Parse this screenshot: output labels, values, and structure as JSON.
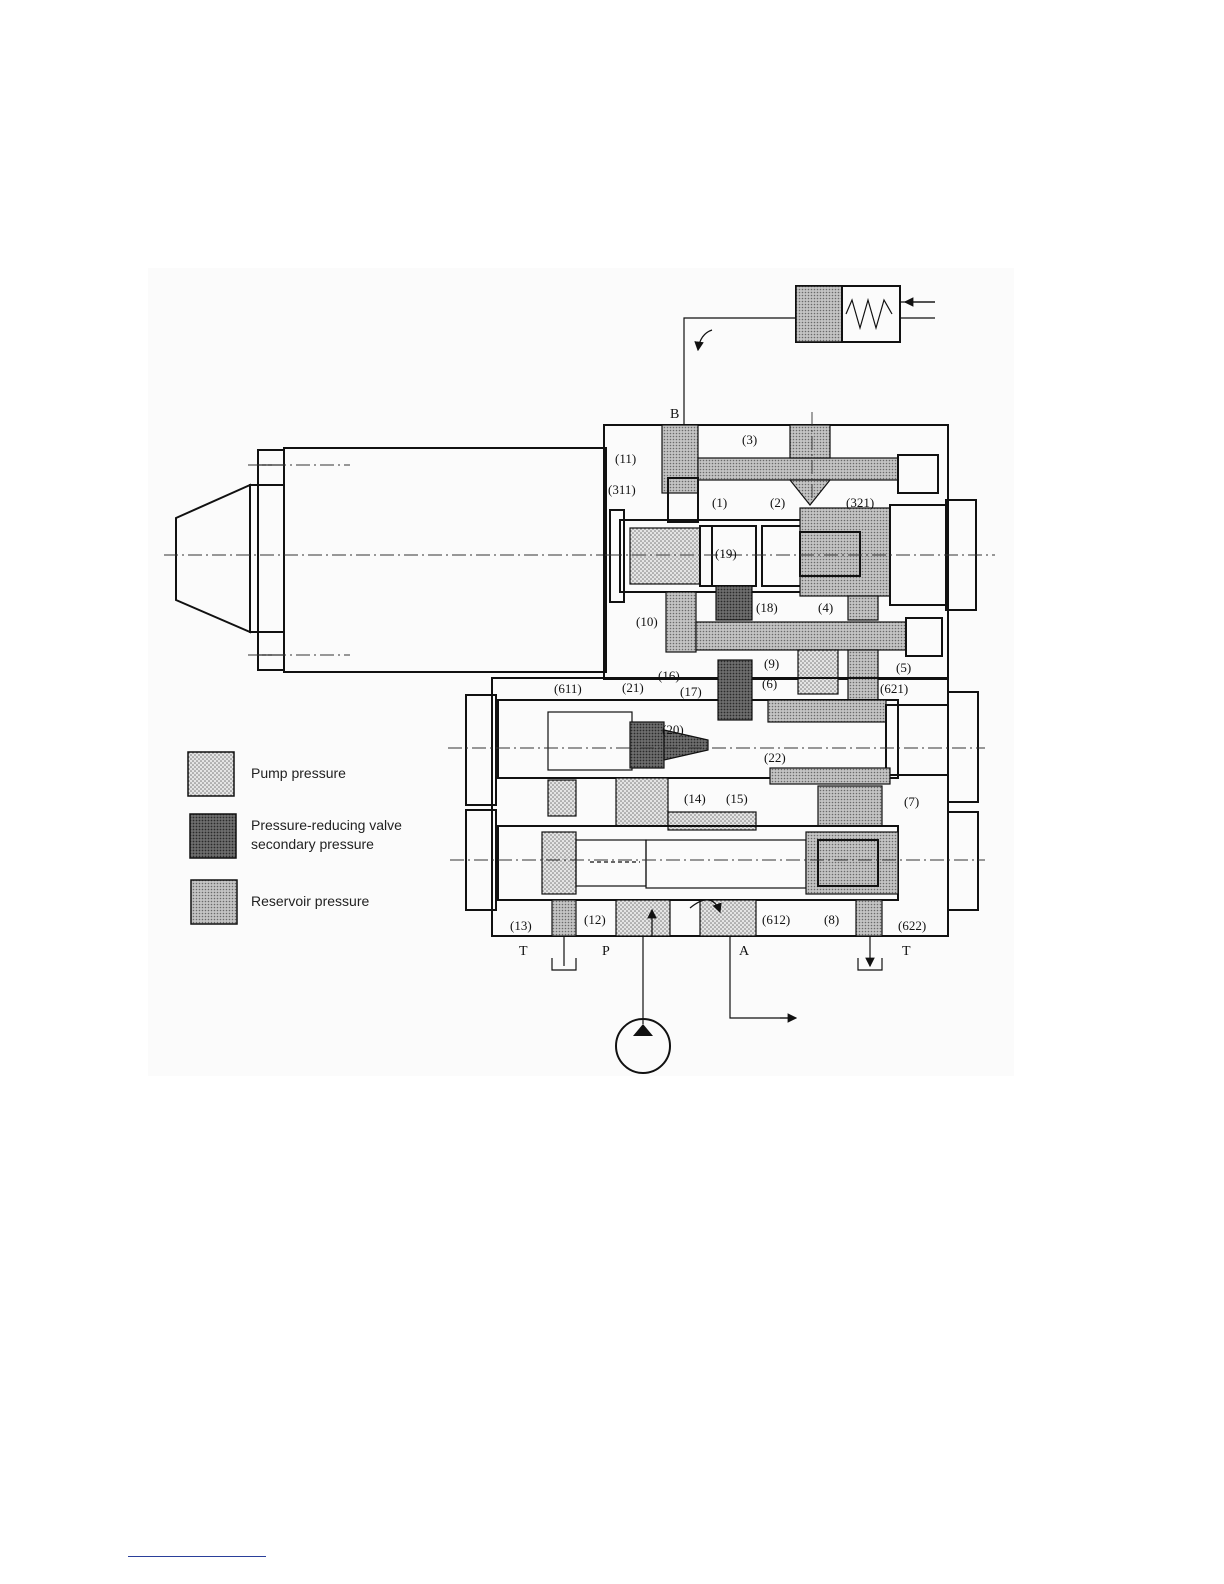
{
  "figure": {
    "ports": {
      "b": "B",
      "t_left": "T",
      "p": "P",
      "a": "A",
      "t_right": "T"
    },
    "part_labels": {
      "p3": "(3)",
      "p11": "(11)",
      "p311": "(311)",
      "p1": "(1)",
      "p2": "(2)",
      "p321": "(321)",
      "p19": "(19)",
      "p18": "(18)",
      "p4": "(4)",
      "p10": "(10)",
      "p9": "(9)",
      "p5": "(5)",
      "p16": "(16)",
      "p17": "(17)",
      "p6": "(6)",
      "p611": "(611)",
      "p21": "(21)",
      "p621": "(621)",
      "p20": "(20)",
      "p22": "(22)",
      "p14": "(14)",
      "p15": "(15)",
      "p7": "(7)",
      "p13": "(13)",
      "p12": "(12)",
      "p612": "(612)",
      "p8": "(8)",
      "p622": "(622)"
    },
    "legend": {
      "pump": "Pump pressure",
      "reducing_line1": "Pressure-reducing valve",
      "reducing_line2": "secondary pressure",
      "reservoir": "Reservoir pressure"
    },
    "colors": {
      "pump": "#d9d9d9",
      "reducing": "#6f6f6f",
      "reservoir": "#bdbdbd",
      "line": "#111111"
    }
  }
}
